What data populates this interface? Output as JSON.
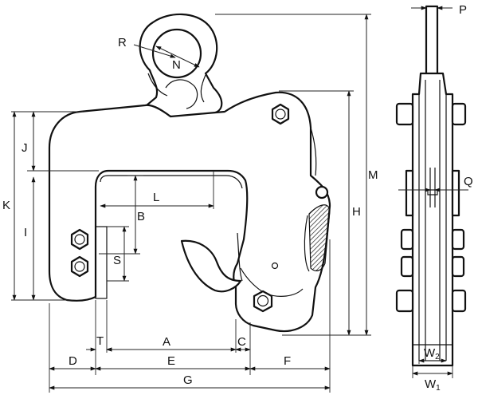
{
  "labels": {
    "R": "R",
    "N": "N",
    "P": "P",
    "Q": "Q",
    "J": "J",
    "K": "K",
    "I": "I",
    "L": "L",
    "B": "B",
    "S": "S",
    "M": "M",
    "H": "H",
    "T": "T",
    "A": "A",
    "C": "C",
    "D": "D",
    "E": "E",
    "F": "F",
    "G": "G",
    "W2": "W",
    "W2_sub": "2",
    "W1": "W",
    "W1_sub": "1"
  },
  "colors": {
    "stroke": "#111111",
    "background": "#ffffff"
  }
}
